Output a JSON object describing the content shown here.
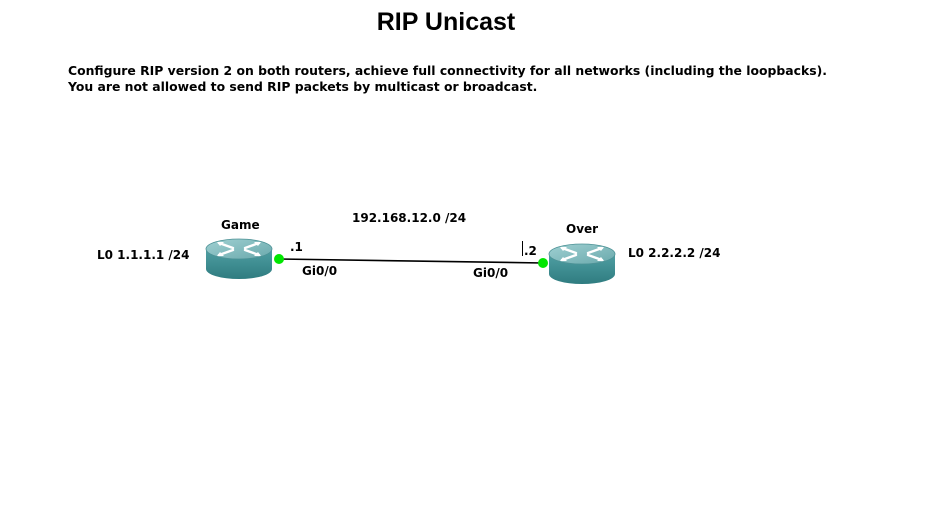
{
  "title": "RIP Unicast",
  "task": {
    "line1": "Configure RIP version 2 on both routers, achieve full connectivity for all networks (including the loopbacks).",
    "line2": "You are not allowed to send RIP packets by multicast or broadcast."
  },
  "link": {
    "network": "192.168.12.0 /24",
    "status_color": "#00e600"
  },
  "routers": [
    {
      "name": "Game",
      "loopback": "L0 1.1.1.1 /24",
      "host_octet": ".1",
      "interface": "Gi0/0"
    },
    {
      "name": "Over",
      "loopback": "L0 2.2.2.2 /24",
      "host_octet": ".2",
      "interface": "Gi0/0"
    }
  ],
  "colors": {
    "router_body": "#3c8f93",
    "router_top": "#7fbcbe",
    "link_line": "#000000"
  },
  "icons": [
    "router-icon",
    "link-status-dot"
  ]
}
